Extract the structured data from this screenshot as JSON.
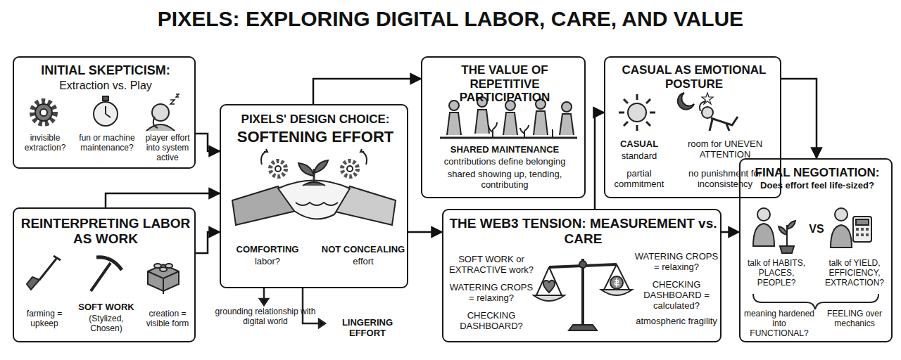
{
  "diagram": {
    "title": "PIXELS: EXPLORING DIGITAL LABOR, CARE, AND VALUE",
    "nodes": [
      {
        "text": [
          "INITIAL SKEPTICISM:",
          "Extraction vs. Play",
          "invisible extraction?",
          "fun or machine maintenance?",
          "player effort into system active"
        ]
      },
      {
        "text": [
          "REINTERPRETING LABOR AS WORK",
          "farming = upkeep",
          "SOFT WORK",
          "(Stylized, Chosen)",
          "creation = visible form"
        ]
      },
      {
        "text": [
          "PIXELS' DESIGN CHOICE:",
          "SOFTENING EFFORT",
          "COMFORTING",
          "labor?",
          "NOT CONCEALING",
          "effort"
        ]
      },
      {
        "text": [
          "THE VALUE OF REPETITIVE PARTICIPATION",
          "SHARED MAINTENANCE",
          "contributions define belonging",
          "shared showing up, tending, contributing"
        ]
      },
      {
        "text": [
          "CASUAL AS EMOTIONAL POSTURE",
          "CASUAL",
          "standard",
          "room for UNEVEN ATTENTION",
          "partial commitment",
          "no punishment for inconsistency"
        ]
      },
      {
        "text": [
          "THE WEB3 TENSION: MEASUREMENT vs. CARE",
          "SOFT WORK or EXTRACTIVE work?",
          "WATERING CROPS = relaxing?",
          "CHECKING DASHBOARD?",
          "WATERING CROPS = relaxing?",
          "CHECKING DASHBOARD = calculated?",
          "atmospheric fragility"
        ]
      },
      {
        "text": [
          "FINAL NEGOTIATION:",
          "Does effort feel life-sized?",
          "VS",
          "talk of HABITS, PLACES, PEOPLE?",
          "talk of YIELD, EFFICIENCY, EXTRACTION?",
          "meaning hardened into FUNCTIONAL?",
          "FEELING over mechanics"
        ]
      }
    ],
    "edges": [
      {
        "from": 0,
        "to": 2,
        "arrow": "to"
      },
      {
        "from": 1,
        "to": 2,
        "arrow": "to"
      },
      {
        "from": 1,
        "to": 2,
        "arrow": "to"
      },
      {
        "from": 2,
        "to": 3,
        "arrow": "to"
      },
      {
        "from": 2,
        "to": 5,
        "arrow": "to"
      },
      {
        "from": 5,
        "to": 4,
        "arrow": "to"
      },
      {
        "from": 4,
        "to": 6,
        "arrow": "to"
      },
      {
        "from": 5,
        "to": 6,
        "arrow": "to"
      }
    ],
    "labels": [
      "grounding relationship with digital world",
      "LINGERING EFFORT"
    ]
  }
}
